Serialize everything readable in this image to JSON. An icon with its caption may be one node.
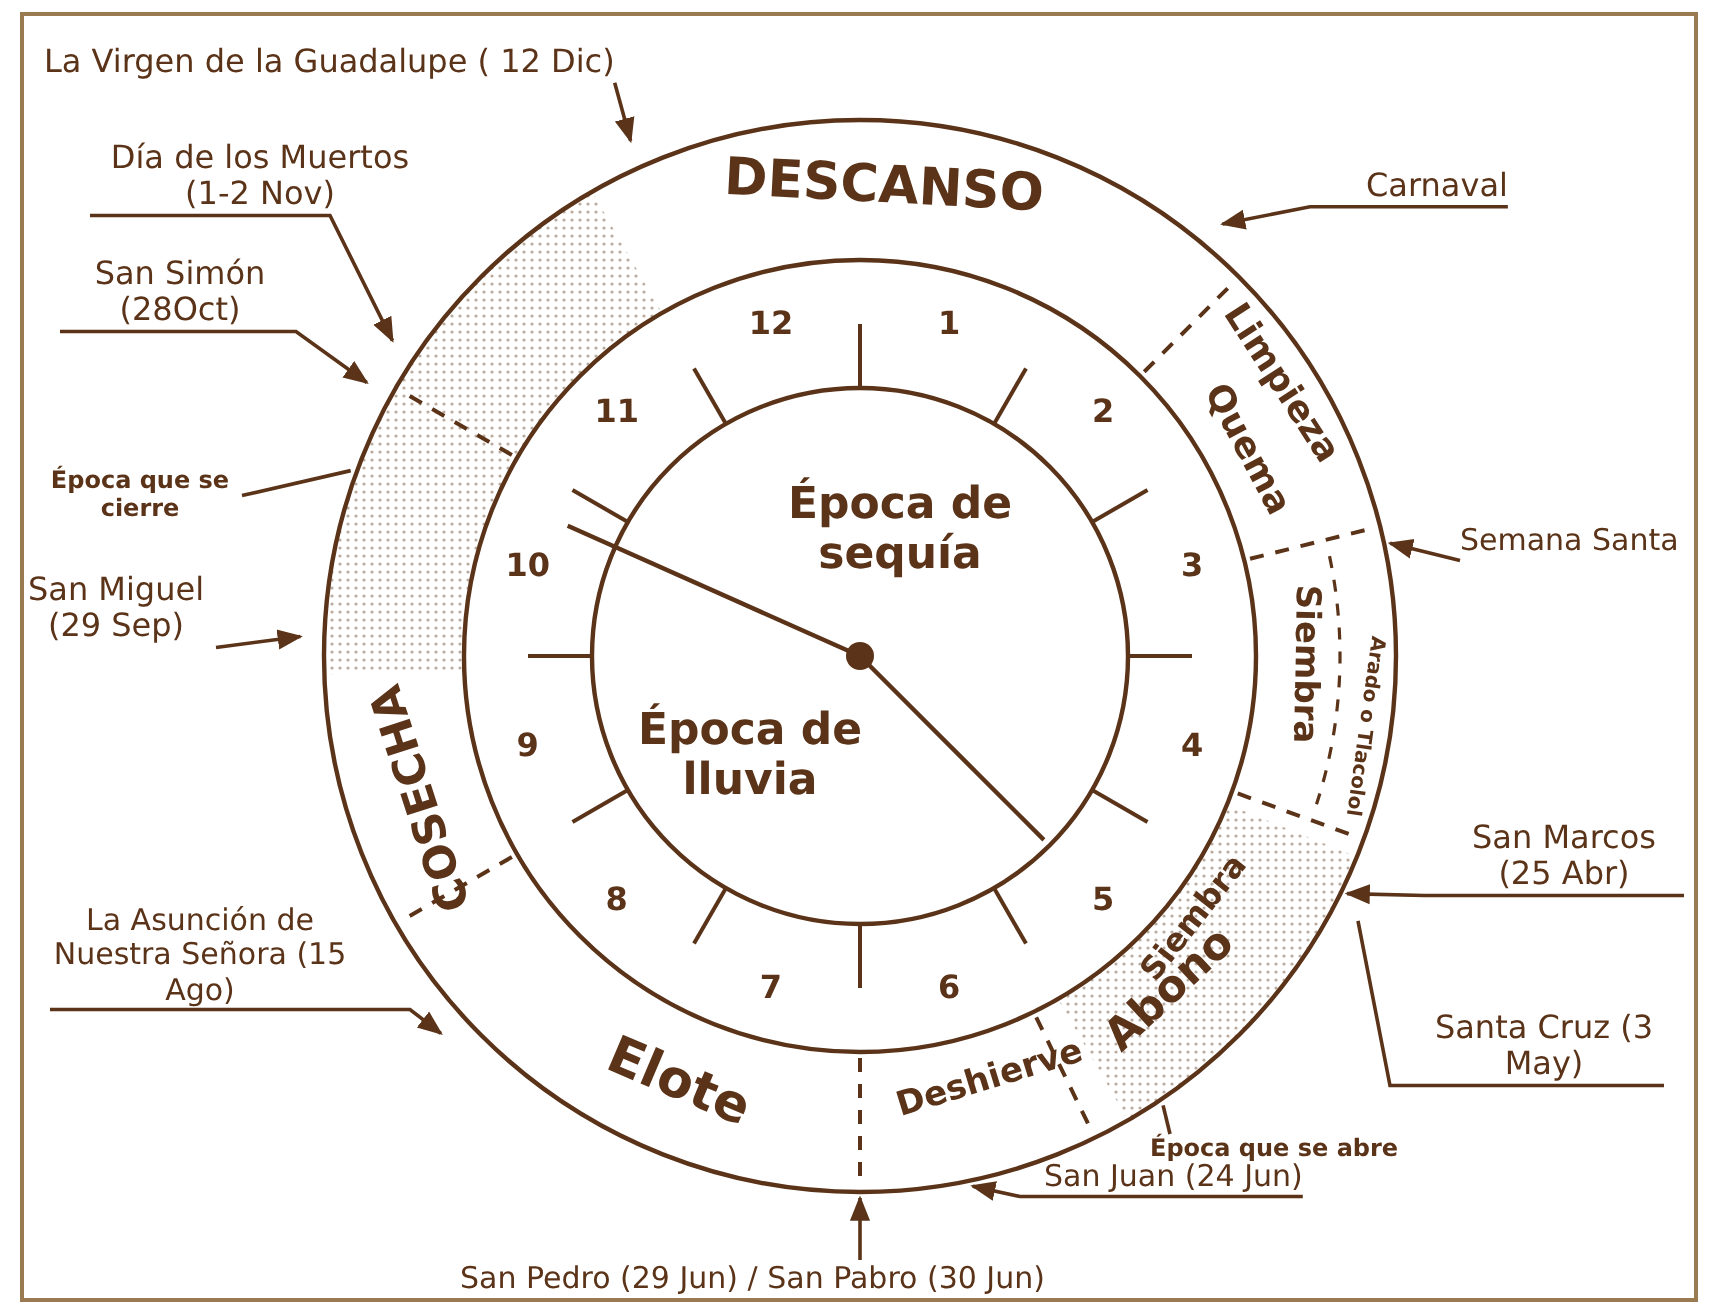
{
  "diagram": {
    "nodes": [
      {
        "text": [
          "DESCANSO"
        ]
      },
      {
        "text": [
          "Limpieza"
        ]
      },
      {
        "text": [
          "Quema"
        ]
      },
      {
        "text": [
          "Arado o Tlacolol"
        ]
      },
      {
        "text": [
          "Siembra"
        ]
      },
      {
        "text": [
          "Siembra"
        ]
      },
      {
        "text": [
          "Abono"
        ]
      },
      {
        "text": [
          "Deshierve"
        ]
      },
      {
        "text": [
          "Elote"
        ]
      },
      {
        "text": [
          "COSECHA"
        ]
      },
      {
        "text": [
          "Época de sequía"
        ]
      },
      {
        "text": [
          "Época de lluvia"
        ]
      },
      {
        "text": [
          "La Virgen de la Guadalupe ( 12 Dic)"
        ]
      },
      {
        "text": [
          "Día de los Muertos (1-2 Nov)"
        ]
      },
      {
        "text": [
          "San Simón (28Oct)"
        ]
      },
      {
        "text": [
          "Época que se cierre"
        ]
      },
      {
        "text": [
          "San Miguel (29 Sep)"
        ]
      },
      {
        "text": [
          "La Asunción de Nuestra Señora (15 Ago)"
        ]
      },
      {
        "text": [
          "San Pedro (29 Jun) / San Pabro (30 Jun)"
        ]
      },
      {
        "text": [
          "San Juan (24 Jun)"
        ]
      },
      {
        "text": [
          "Época que se abre"
        ]
      },
      {
        "text": [
          "Santa Cruz (3 May)"
        ]
      },
      {
        "text": [
          "San Marcos (25 Abr)"
        ]
      },
      {
        "text": [
          "Semana Santa"
        ]
      },
      {
        "text": [
          "Carnaval"
        ]
      }
    ],
    "edges": [
      {
        "from": 12,
        "to": null,
        "arrow": "to"
      },
      {
        "from": 13,
        "to": null,
        "arrow": "to"
      },
      {
        "from": 14,
        "to": null,
        "arrow": "to"
      },
      {
        "from": 15,
        "to": null,
        "arrow": "none"
      },
      {
        "from": 16,
        "to": null,
        "arrow": "to"
      },
      {
        "from": 17,
        "to": null,
        "arrow": "to"
      },
      {
        "from": 18,
        "to": null,
        "arrow": "to"
      },
      {
        "from": 19,
        "to": null,
        "arrow": "to"
      },
      {
        "from": 20,
        "to": null,
        "arrow": "none"
      },
      {
        "from": 21,
        "to": null,
        "arrow": "none"
      },
      {
        "from": 22,
        "to": null,
        "arrow": "to"
      },
      {
        "from": 23,
        "to": null,
        "arrow": "to"
      },
      {
        "from": 24,
        "to": null,
        "arrow": "to"
      }
    ],
    "labels": [
      "12",
      "1",
      "11",
      "2",
      "10",
      "3",
      "9",
      "4",
      "8",
      "5",
      "7",
      "6"
    ]
  }
}
